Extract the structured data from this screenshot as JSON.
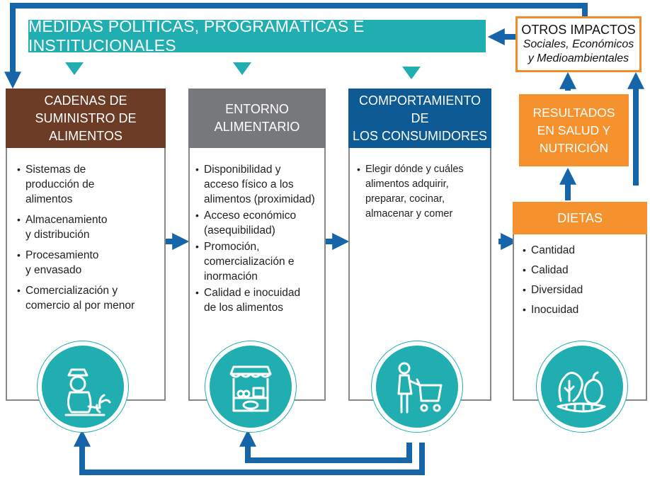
{
  "policy_banner": "MEDIDAS POLÍTICAS, PROGRAMÁTICAS E INSTITUCIONALES",
  "other_impacts": {
    "title": "OTROS IMPACTOS",
    "line1": "Sociales, Económicos",
    "line2": "y Medioambientales"
  },
  "supply_chain": {
    "heading_lines": [
      "CADENAS DE",
      "SUMINISTRO DE",
      "ALIMENTOS"
    ],
    "color": "#6d3c27",
    "items": [
      [
        "Sistemas de",
        "producción de",
        "alimentos"
      ],
      [
        "Almacenamiento",
        "y distribución"
      ],
      [
        "Procesamiento",
        "y envasado"
      ],
      [
        "Comercialización y",
        "comercio al por menor"
      ]
    ],
    "icon": "farmer-icon"
  },
  "food_environment": {
    "heading_lines": [
      "ENTORNO",
      "ALIMENTARIO"
    ],
    "color": "#77787b",
    "items": [
      [
        "Disponibilidad y",
        "acceso físico a los",
        "alimentos (proximidad)"
      ],
      [
        "Acceso económico",
        "(asequibilidad)"
      ],
      [
        "Promoción,",
        "comercialización e",
        "inormación"
      ],
      [
        "Calidad e inocuidad",
        "de los alimentos"
      ]
    ],
    "icon": "market-stall-icon"
  },
  "consumer_behavior": {
    "heading_lines": [
      "COMPORTAMIENTO DE",
      "LOS CONSUMIDORES"
    ],
    "color": "#0e5a94",
    "items": [
      [
        "Elegir dónde y cuáles",
        "alimentos adquirir,",
        "preparar, cocinar,",
        "almacenar y comer"
      ]
    ],
    "icon": "shopper-cart-icon"
  },
  "health_results": {
    "heading_lines": [
      "RESULTADOS",
      "EN SALUD Y",
      "NUTRICIÓN"
    ],
    "color": "#f5922e"
  },
  "diets": {
    "heading": "DIETAS",
    "items": [
      "Cantidad",
      "Calidad",
      "Diversidad",
      "Inocuidad"
    ],
    "icon": "vegetables-icon"
  },
  "colors": {
    "teal": "#20aeb0",
    "arrow_blue": "#1565a8",
    "orange": "#f5922e"
  }
}
